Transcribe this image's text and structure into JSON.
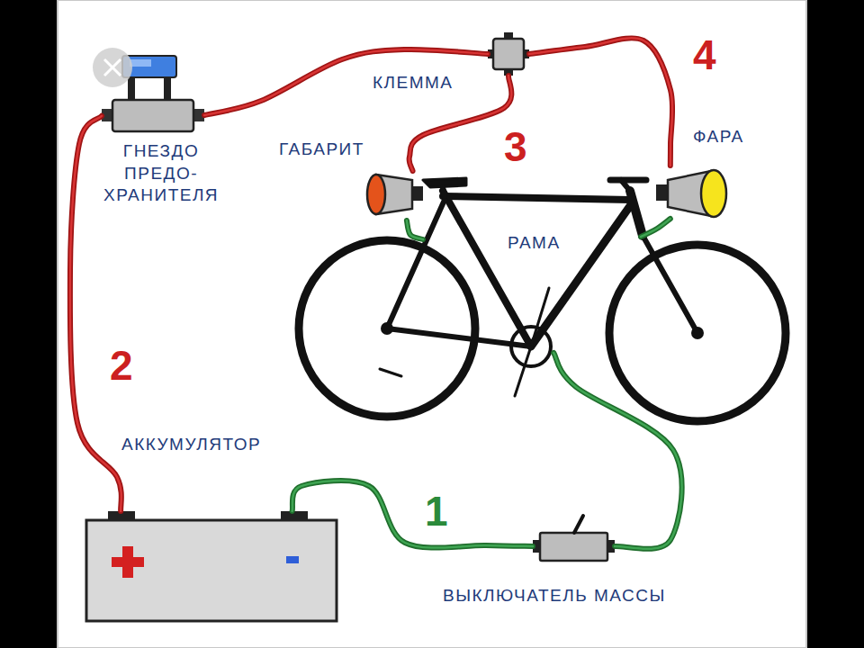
{
  "diagram": {
    "nodes": [
      {
        "text": [
          "ГНЕЗДО ПРЕДО- ХРАНИТЕЛЯ"
        ]
      },
      {
        "text": [
          "КЛЕММА"
        ]
      },
      {
        "text": [
          "ГАБАРИТ"
        ]
      },
      {
        "text": [
          "ФАРА"
        ]
      },
      {
        "text": [
          "РАМА"
        ]
      },
      {
        "text": [
          "АККУМУЛЯТОР"
        ]
      },
      {
        "text": [
          "ВЫКЛЮЧАТЕЛЬ МАССЫ"
        ]
      }
    ],
    "edges": [
      {
        "from": 5,
        "to": 0,
        "label": "2",
        "arrow": "none"
      },
      {
        "from": 0,
        "to": 1,
        "arrow": "none"
      },
      {
        "from": 1,
        "to": 2,
        "label": "3",
        "arrow": "none"
      },
      {
        "from": 1,
        "to": 3,
        "label": "4",
        "arrow": "none"
      },
      {
        "from": 5,
        "to": 6,
        "label": "1",
        "arrow": "none"
      },
      {
        "from": 6,
        "to": 4,
        "arrow": "none"
      },
      {
        "from": 2,
        "to": 4,
        "arrow": "none"
      },
      {
        "from": 3,
        "to": 4,
        "arrow": "none"
      }
    ]
  }
}
